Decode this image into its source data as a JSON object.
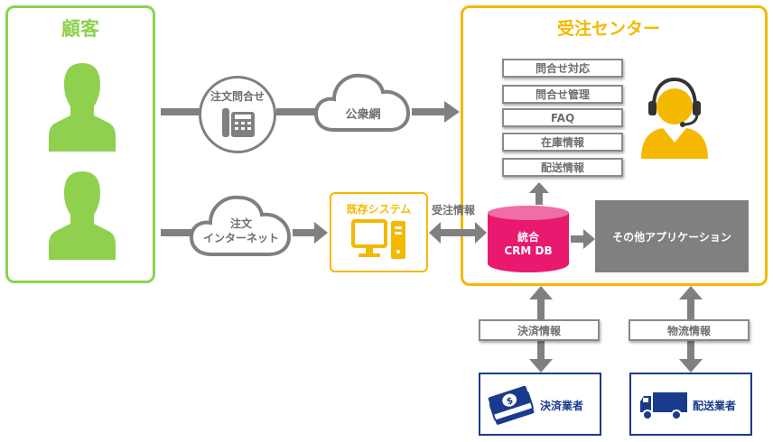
{
  "customer": {
    "title": "顧客"
  },
  "center": {
    "title": "受注センター",
    "menu": [
      "問合せ対応",
      "問合せ管理",
      "FAQ",
      "在庫情報",
      "配送情報"
    ]
  },
  "channels": {
    "phone_label": "注文問合せ",
    "public_network": "公衆網",
    "internet_line1": "注文",
    "internet_line2": "インターネット"
  },
  "legacy": {
    "title": "既存システム"
  },
  "flow": {
    "order_info": "受注情報"
  },
  "crm": {
    "line1": "統合",
    "line2": "CRM DB"
  },
  "other_app": {
    "label": "その他アプリケーション"
  },
  "payment": {
    "info_label": "決済情報",
    "partner": "決済業者"
  },
  "logistics": {
    "info_label": "物流情報",
    "partner": "配送業者"
  },
  "colors": {
    "green": "#8fd14f",
    "yellow": "#f5b800",
    "gray": "#808080",
    "pink": "#e8196e",
    "navy": "#1a3b8c"
  }
}
